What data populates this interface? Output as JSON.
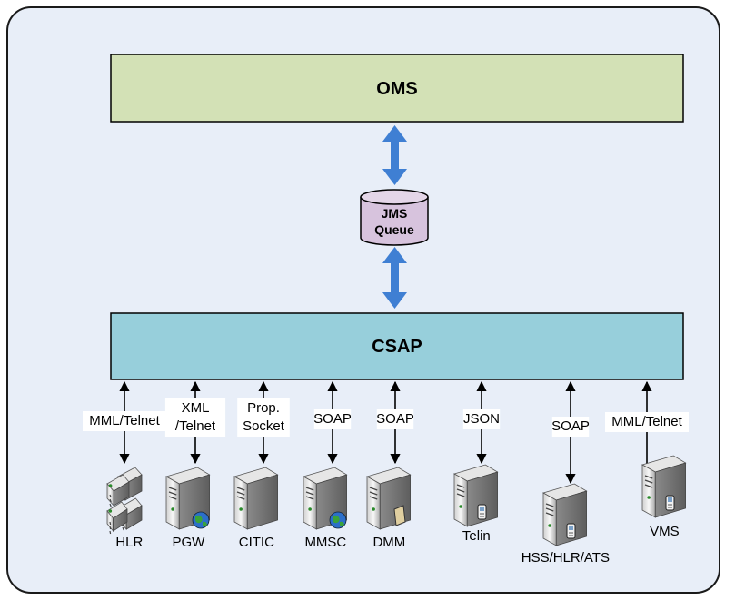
{
  "diagram": {
    "oms_label": "OMS",
    "jms_line1": "JMS",
    "jms_line2": "Queue",
    "csap_label": "CSAP"
  },
  "links": [
    {
      "id": "hlr",
      "label_lines": [
        "MML/Telnet"
      ]
    },
    {
      "id": "pgw",
      "label_lines": [
        "XML",
        "/Telnet"
      ]
    },
    {
      "id": "citic",
      "label_lines": [
        "Prop.",
        "Socket"
      ]
    },
    {
      "id": "mmsc",
      "label_lines": [
        "SOAP"
      ]
    },
    {
      "id": "dmm",
      "label_lines": [
        "SOAP"
      ]
    },
    {
      "id": "telin",
      "label_lines": [
        "JSON"
      ]
    },
    {
      "id": "hss",
      "label_lines": [
        "SOAP"
      ]
    },
    {
      "id": "vms",
      "label_lines": [
        "MML/Telnet"
      ]
    }
  ],
  "nodes": [
    {
      "id": "hlr",
      "label": "HLR",
      "icon": "server-cluster-icon"
    },
    {
      "id": "pgw",
      "label": "PGW",
      "icon": "web-server-icon"
    },
    {
      "id": "citic",
      "label": "CITIC",
      "icon": "server-icon"
    },
    {
      "id": "mmsc",
      "label": "MMSC",
      "icon": "web-server-icon"
    },
    {
      "id": "dmm",
      "label": "DMM",
      "icon": "file-server-icon"
    },
    {
      "id": "telin",
      "label": "Telin",
      "icon": "mobile-server-icon"
    },
    {
      "id": "hss",
      "label": "HSS/HLR/ATS",
      "icon": "mobile-server-icon"
    },
    {
      "id": "vms",
      "label": "VMS",
      "icon": "mobile-server-icon"
    }
  ],
  "colors": {
    "panel_fill": "#e8eef8",
    "oms_fill": "#d3e1b6",
    "csap_fill": "#97cfdb",
    "queue_fill": "#d7c3dd",
    "arrow_blue": "#3f7fd3"
  }
}
